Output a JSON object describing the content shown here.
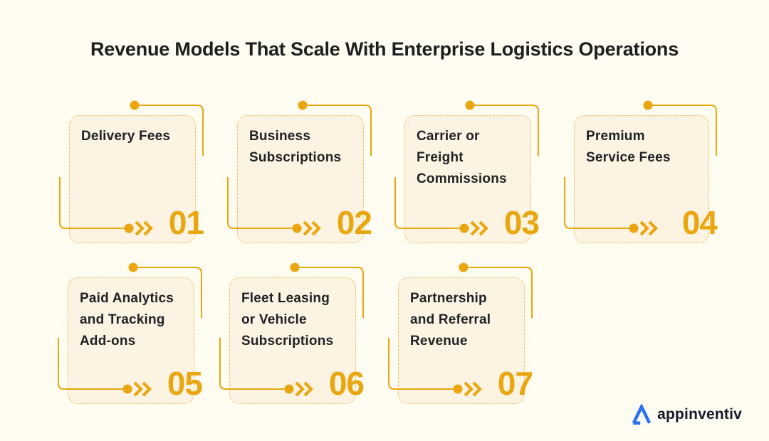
{
  "title": "Revenue Models That Scale With Enterprise Logistics Operations",
  "cards": [
    {
      "number": "01",
      "label": "Delivery Fees"
    },
    {
      "number": "02",
      "label": "Business\nSubscriptions"
    },
    {
      "number": "03",
      "label": "Carrier or Freight\nCommissions"
    },
    {
      "number": "04",
      "label": "Premium\nService Fees"
    },
    {
      "number": "05",
      "label": "Paid Analytics\nand Tracking\nAdd-ons"
    },
    {
      "number": "06",
      "label": "Fleet Leasing\nor Vehicle\nSubscriptions"
    },
    {
      "number": "07",
      "label": "Partnership\nand Referral\nRevenue"
    }
  ],
  "icons": {
    "connector_dot": "filled-circle",
    "chevron": "double-chevron-right",
    "brand_mark": "appinventiv-a-triangle"
  },
  "colors": {
    "background": "#FFFCF1",
    "card_fill": "#FCF3E3",
    "card_dashed_border": "#F0C25F",
    "accent_gold": "#EAA60F",
    "title_text": "#1E1E1E",
    "card_text": "#1F2124",
    "logo_blue": "#2970F6",
    "logo_text": "#151A2B"
  },
  "brand": {
    "name": "appinventiv"
  }
}
